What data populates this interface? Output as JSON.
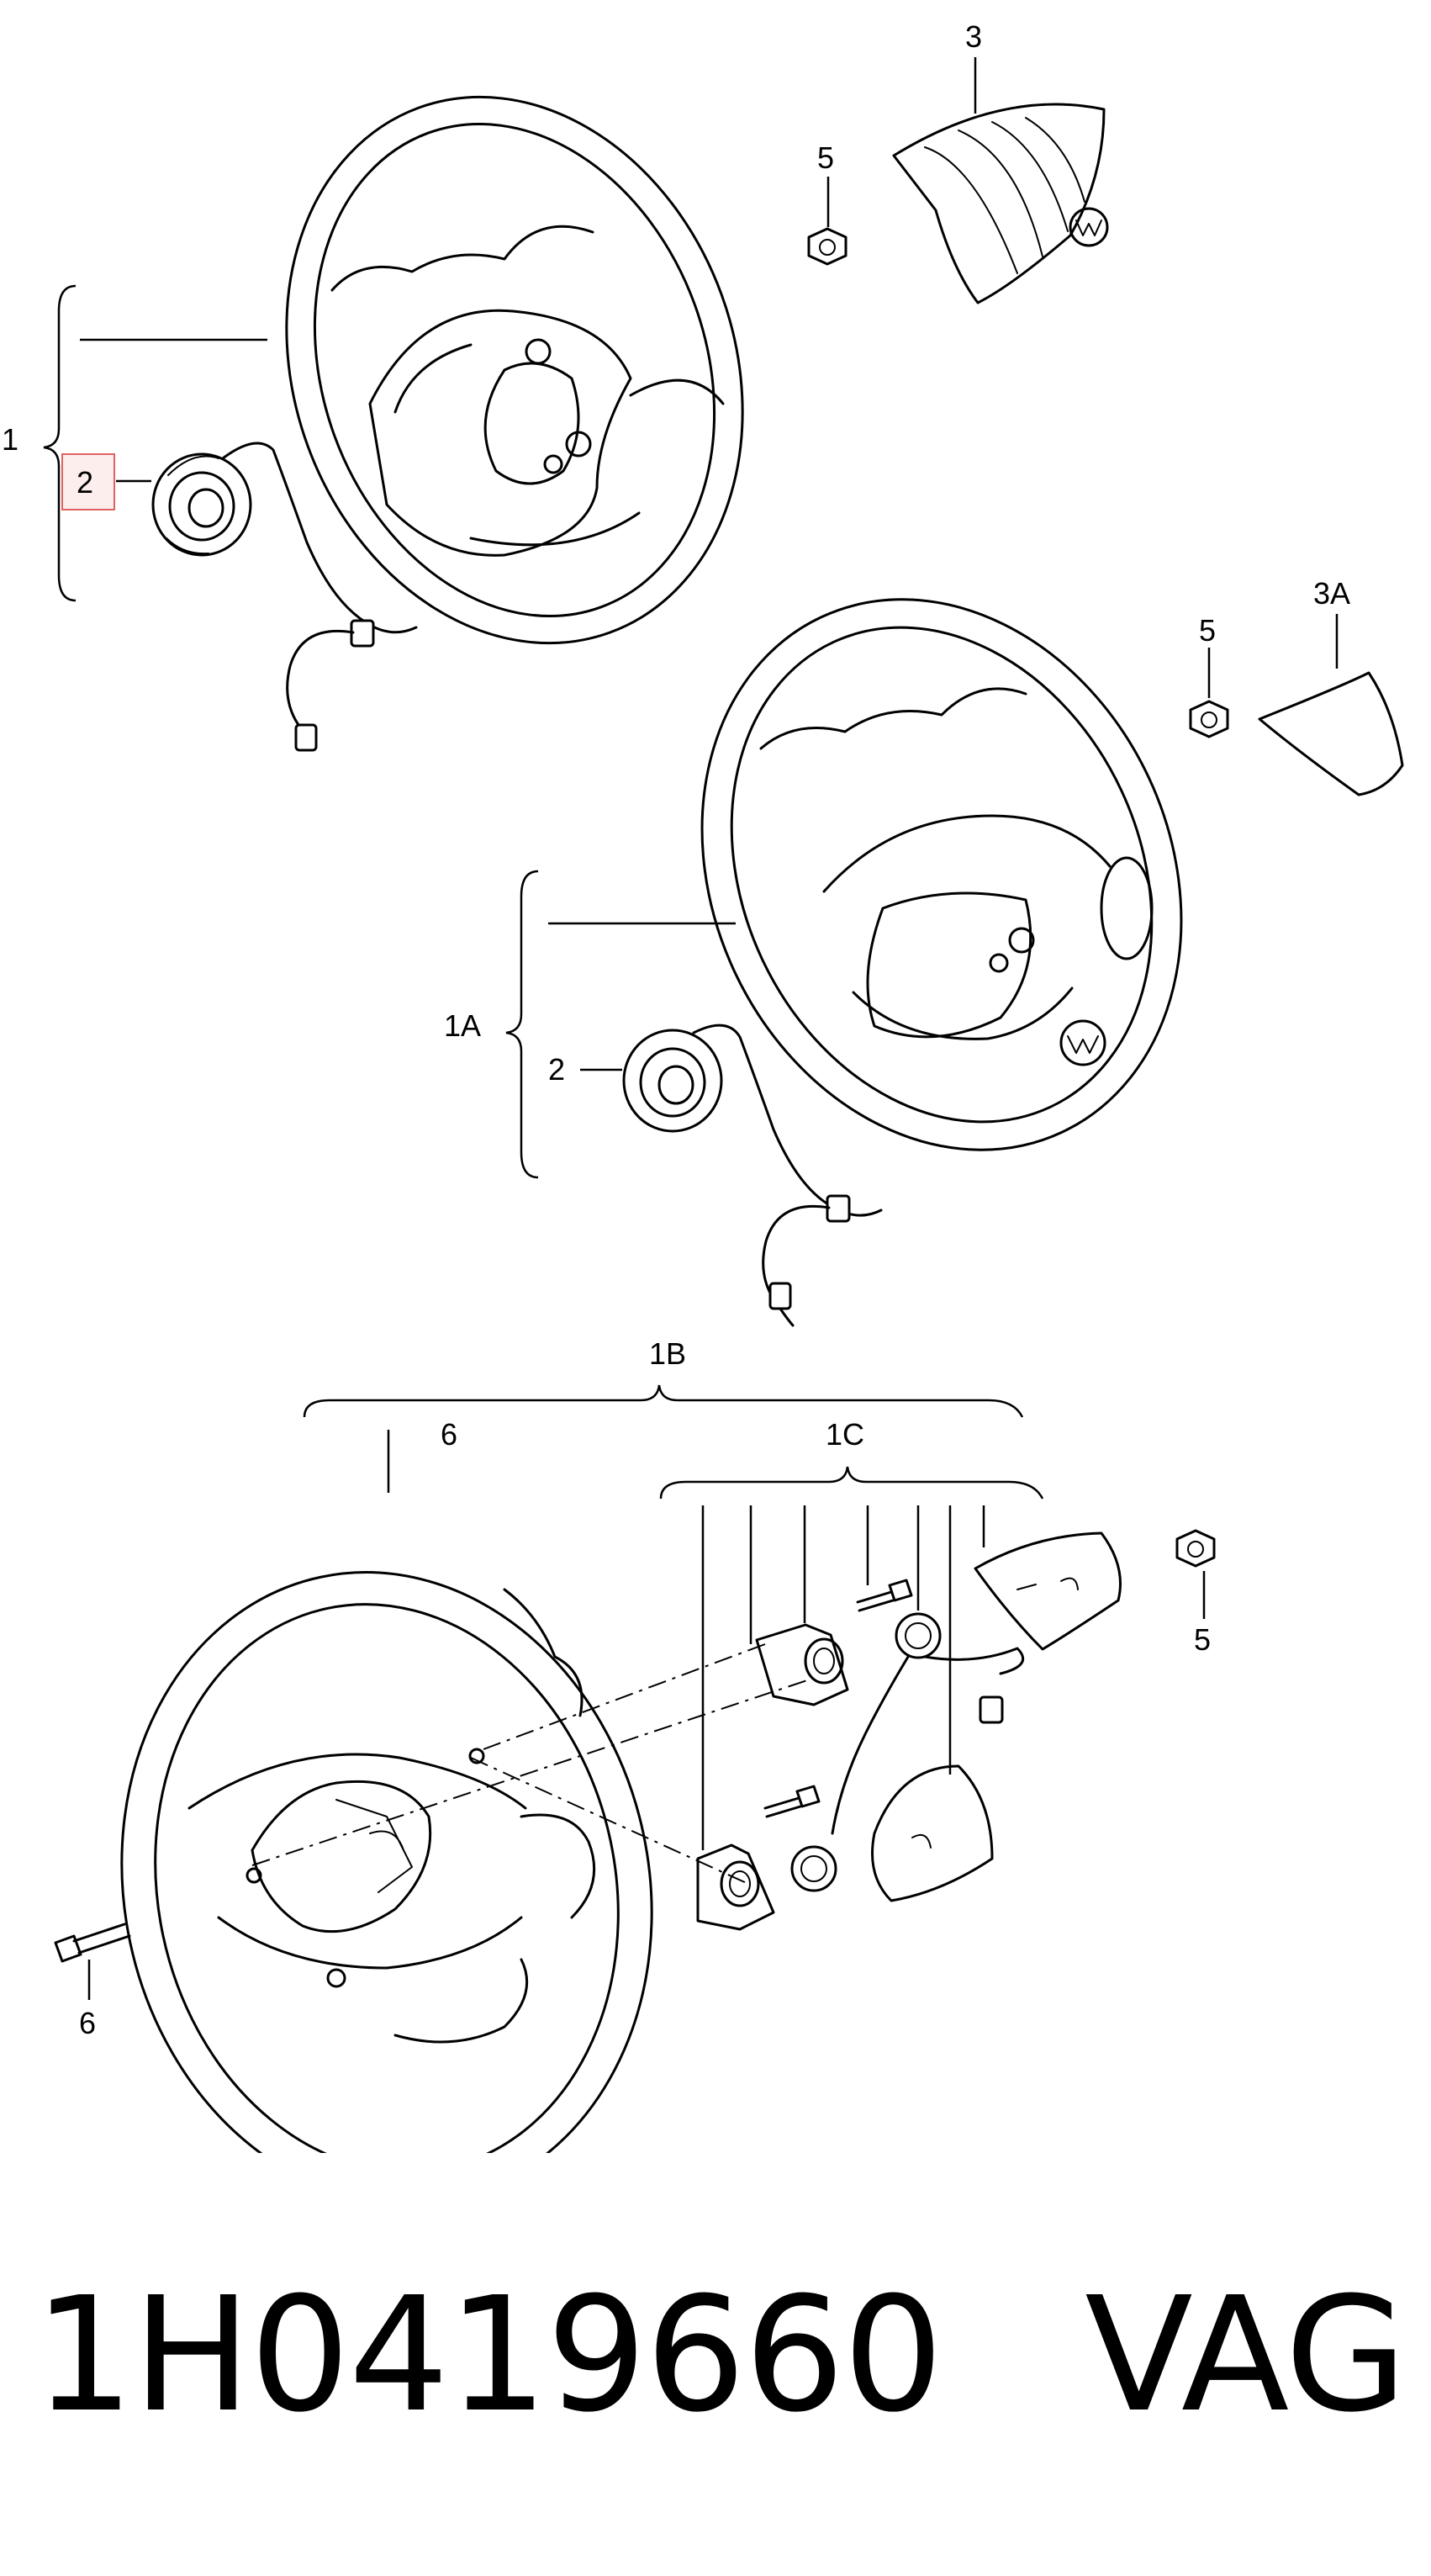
{
  "callouts": {
    "c_1": "1",
    "c_1a": "1A",
    "c_1b": "1B",
    "c_1c": "1C",
    "c_2_top": "2",
    "c_2_mid": "2",
    "c_3": "3",
    "c_3a": "3A",
    "c_5_top": "5",
    "c_5_mid": "5",
    "c_5_bot": "5",
    "c_6_top": "6",
    "c_6_bot": "6"
  },
  "highlight_color": "#e06060",
  "footer": {
    "part_number": "1H0419660",
    "brand": "VAG"
  }
}
